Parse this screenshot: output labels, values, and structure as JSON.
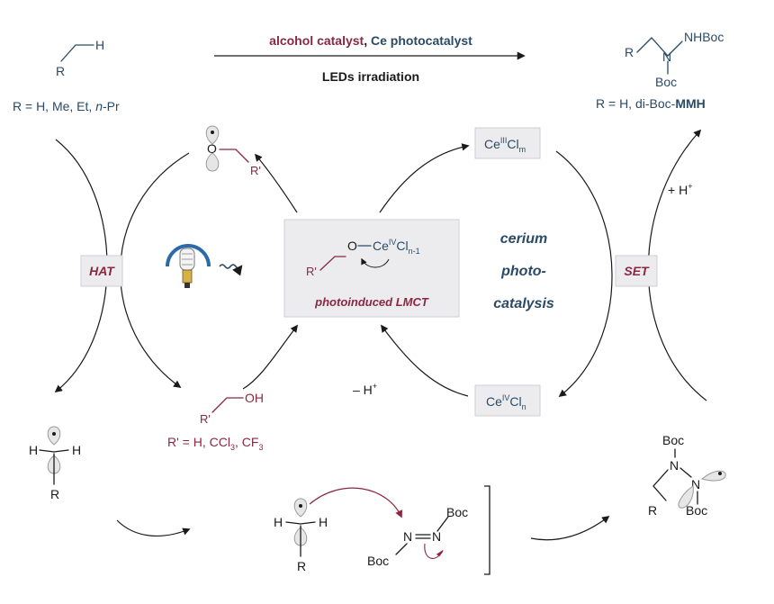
{
  "top": {
    "reactant_R": "R",
    "reactant_H": "H",
    "reactant_caption": "R = H, Me, Et, ",
    "reactant_caption_italic": "n",
    "reactant_caption_end": "-Pr",
    "conditions_line1_a": "alcohol catalyst",
    "conditions_line1_sep": ", ",
    "conditions_line1_b": "Ce photocatalyst",
    "conditions_line2": "LEDs irradiation",
    "product_R": "R",
    "product_N": "N",
    "product_NHBoc": "NHBoc",
    "product_Boc": "Boc",
    "product_caption": "R = H, di-Boc-",
    "product_caption_bold": "MMH"
  },
  "cycle": {
    "alkoxy_R": "R'",
    "alkoxy_O": "O",
    "hat_label": "HAT",
    "center_box": {
      "R": "R'",
      "O": "O",
      "ce": "Ce",
      "ce_sup": "IV",
      "cl": "Cl",
      "cl_sub": "n-1",
      "caption": "photoinduced LMCT"
    },
    "cerium_text": [
      "cerium",
      "photo-",
      "catalysis"
    ],
    "ce3": {
      "ce": "Ce",
      "sup": "III",
      "cl": "Cl",
      "sub": "m"
    },
    "ce4": {
      "ce": "Ce",
      "sup": "IV",
      "cl": "Cl",
      "sub": "n"
    },
    "set_label": "SET",
    "plus_h": "+ H",
    "plus_h_sup": "+",
    "minus_h": "– H",
    "minus_h_sup": "+",
    "alcohol_R": "R'",
    "alcohol_OH": "OH",
    "alcohol_caption": "R' = H, CCl",
    "alcohol_caption_sub1": "3",
    "alcohol_caption_mid": ", CF",
    "alcohol_caption_sub2": "3"
  },
  "bottom": {
    "radical_H1": "H",
    "radical_H2": "H",
    "radical_R": "R",
    "mid_H1": "H",
    "mid_H2": "H",
    "mid_R": "R",
    "azo_N1": "N",
    "azo_N2": "N",
    "azo_Boc1": "Boc",
    "azo_Boc2": "Boc",
    "prod_Boc1": "Boc",
    "prod_N1": "N",
    "prod_N2": "N",
    "prod_Boc2": "Boc",
    "prod_R": "R"
  },
  "colors": {
    "blue": "#2a4a66",
    "maroon": "#8b2740",
    "box_fill": "#ececef"
  }
}
